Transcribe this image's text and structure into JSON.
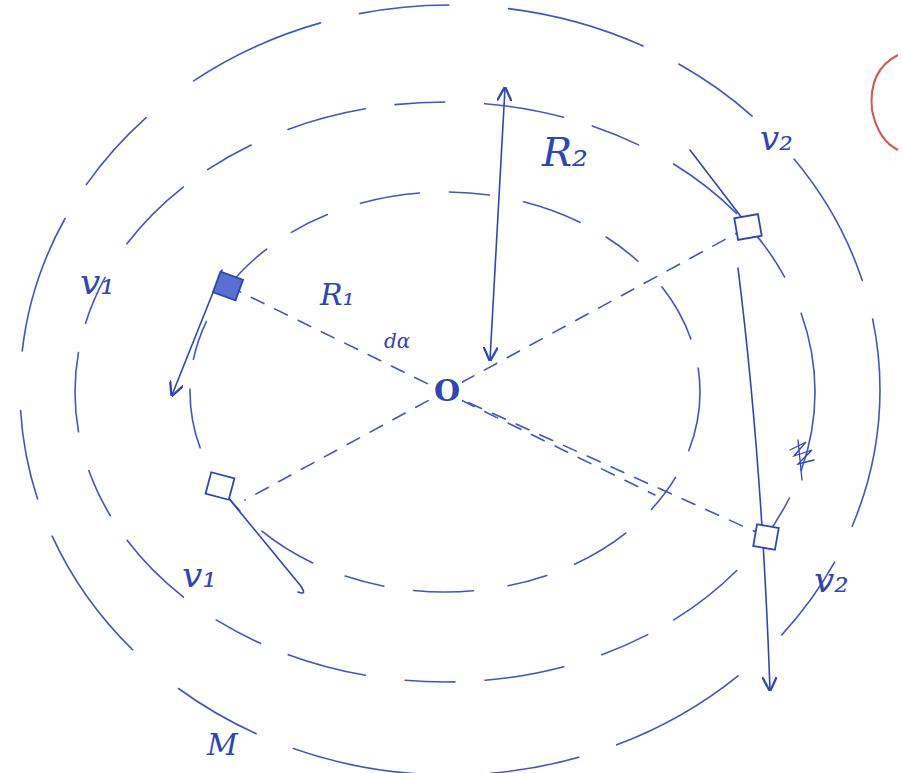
{
  "diagram": {
    "labels": [
      "R₂",
      "v₁",
      "R₁",
      "dα",
      "O",
      "v₁",
      "v₂",
      "v₂",
      "M"
    ]
  }
}
